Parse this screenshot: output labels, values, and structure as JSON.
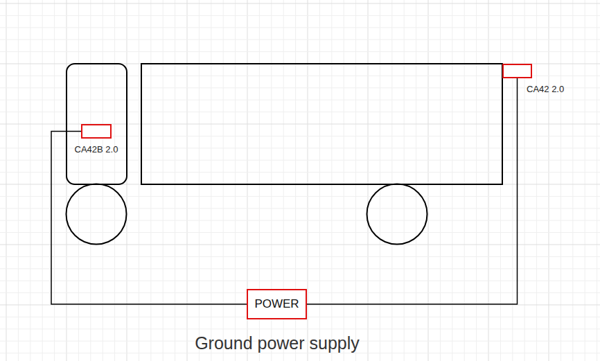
{
  "diagram": {
    "caption": "Ground power supply",
    "nodes": [
      {
        "text": [
          "CA42B 2.0"
        ]
      },
      {
        "text": [
          "CA42 2.0"
        ]
      },
      {
        "text": [
          "POWER"
        ]
      }
    ],
    "edges": [
      {
        "from": 0,
        "to": 2,
        "arrow": "none"
      },
      {
        "from": 2,
        "to": 1,
        "arrow": "none"
      }
    ]
  }
}
